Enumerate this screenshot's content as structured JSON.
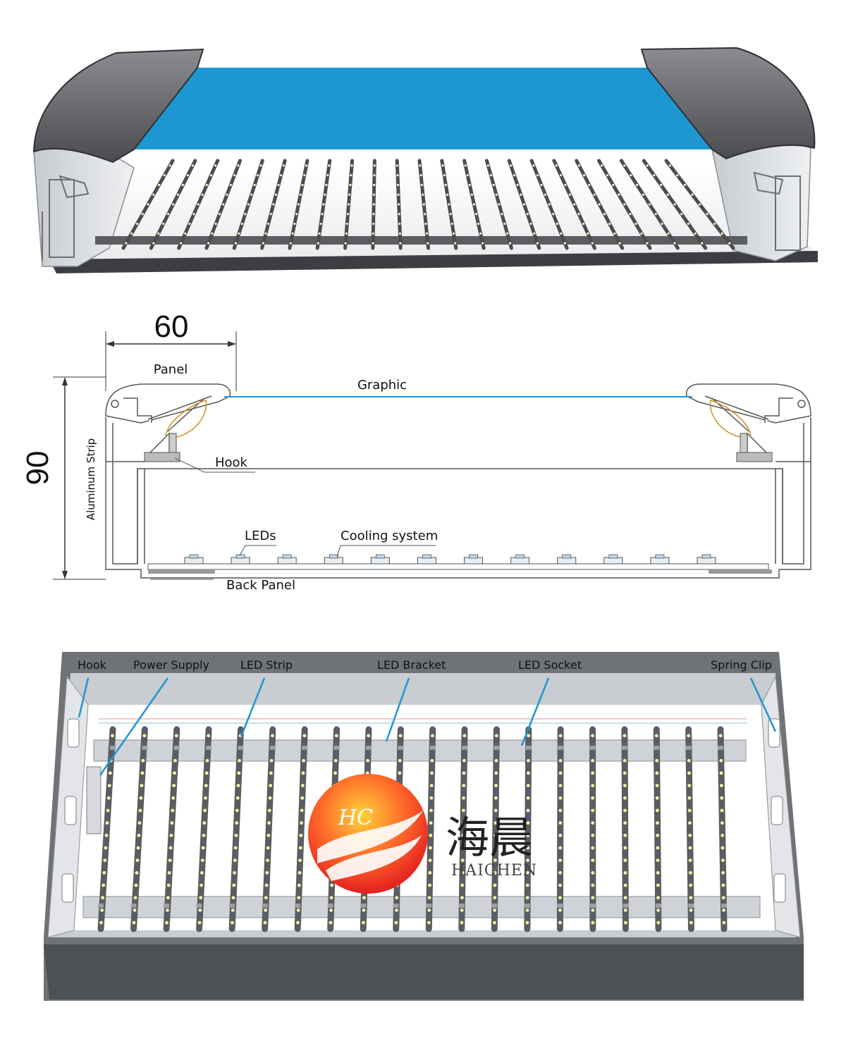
{
  "section1": {
    "graphic_color": "#1e96d2",
    "strip_count": 23
  },
  "section2": {
    "dim_width": "60",
    "dim_height": "90",
    "labels": {
      "panel": "Panel",
      "graphic": "Graphic",
      "aluminum_strip": "Aluminum Strip",
      "hook": "Hook",
      "leds": "LEDs",
      "cooling": "Cooling system",
      "back_panel": "Back Panel"
    },
    "led_count": 12
  },
  "section3": {
    "labels": {
      "hook": "Hook",
      "power_supply": "Power Supply",
      "led_strip": "LED Strip",
      "led_bracket": "LED Bracket",
      "led_socket": "LED Socket",
      "spring_clip": "Spring Clip"
    },
    "strip_count": 20,
    "pointer_color": "#1e96d2",
    "logo": {
      "initials": "HC",
      "chinese": "海晨",
      "brand": "HAICHEN"
    }
  }
}
